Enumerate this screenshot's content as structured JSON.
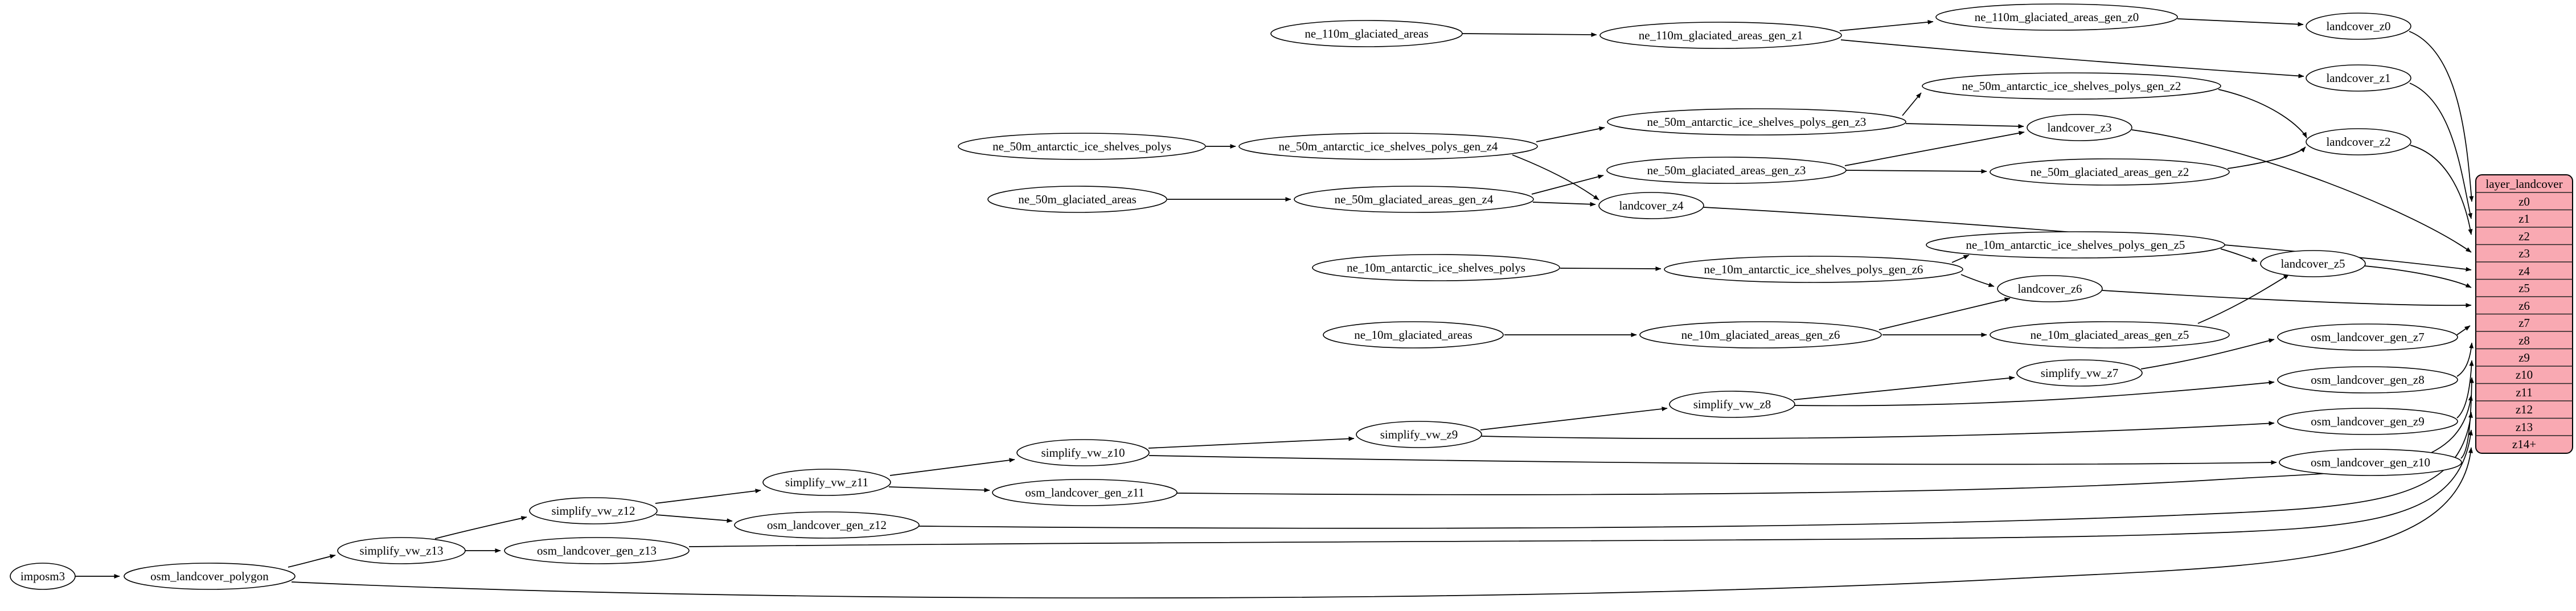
{
  "diagram": {
    "kind": "graphviz-dependency-graph",
    "background": "#ffffff",
    "edge_color": "#000000",
    "nodes": [
      {
        "id": "imposm3",
        "label": "imposm3"
      },
      {
        "id": "osm_landcover_polygon",
        "label": "osm_landcover_polygon"
      },
      {
        "id": "simplify_vw_z13",
        "label": "simplify_vw_z13"
      },
      {
        "id": "osm_landcover_gen_z13",
        "label": "osm_landcover_gen_z13"
      },
      {
        "id": "simplify_vw_z12",
        "label": "simplify_vw_z12"
      },
      {
        "id": "osm_landcover_gen_z12",
        "label": "osm_landcover_gen_z12"
      },
      {
        "id": "simplify_vw_z11",
        "label": "simplify_vw_z11"
      },
      {
        "id": "osm_landcover_gen_z11",
        "label": "osm_landcover_gen_z11"
      },
      {
        "id": "simplify_vw_z10",
        "label": "simplify_vw_z10"
      },
      {
        "id": "simplify_vw_z9",
        "label": "simplify_vw_z9"
      },
      {
        "id": "simplify_vw_z8",
        "label": "simplify_vw_z8"
      },
      {
        "id": "simplify_vw_z7",
        "label": "simplify_vw_z7"
      },
      {
        "id": "osm_landcover_gen_z7",
        "label": "osm_landcover_gen_z7"
      },
      {
        "id": "osm_landcover_gen_z8",
        "label": "osm_landcover_gen_z8"
      },
      {
        "id": "osm_landcover_gen_z9",
        "label": "osm_landcover_gen_z9"
      },
      {
        "id": "osm_landcover_gen_z10",
        "label": "osm_landcover_gen_z10"
      },
      {
        "id": "ne_10m_glaciated_areas",
        "label": "ne_10m_glaciated_areas"
      },
      {
        "id": "ne_10m_glaciated_areas_gen_z6",
        "label": "ne_10m_glaciated_areas_gen_z6"
      },
      {
        "id": "ne_10m_glaciated_areas_gen_z5",
        "label": "ne_10m_glaciated_areas_gen_z5"
      },
      {
        "id": "landcover_z6",
        "label": "landcover_z6"
      },
      {
        "id": "ne_10m_antarctic_ice_shelves_polys",
        "label": "ne_10m_antarctic_ice_shelves_polys"
      },
      {
        "id": "ne_10m_antarctic_ice_shelves_polys_gen_z6",
        "label": "ne_10m_antarctic_ice_shelves_polys_gen_z6"
      },
      {
        "id": "ne_10m_antarctic_ice_shelves_polys_gen_z5",
        "label": "ne_10m_antarctic_ice_shelves_polys_gen_z5"
      },
      {
        "id": "landcover_z5",
        "label": "landcover_z5"
      },
      {
        "id": "ne_50m_glaciated_areas",
        "label": "ne_50m_glaciated_areas"
      },
      {
        "id": "ne_50m_glaciated_areas_gen_z4",
        "label": "ne_50m_glaciated_areas_gen_z4"
      },
      {
        "id": "landcover_z4",
        "label": "landcover_z4"
      },
      {
        "id": "ne_50m_glaciated_areas_gen_z3",
        "label": "ne_50m_glaciated_areas_gen_z3"
      },
      {
        "id": "ne_50m_glaciated_areas_gen_z2",
        "label": "ne_50m_glaciated_areas_gen_z2"
      },
      {
        "id": "ne_50m_antarctic_ice_shelves_polys",
        "label": "ne_50m_antarctic_ice_shelves_polys"
      },
      {
        "id": "ne_50m_antarctic_ice_shelves_polys_gen_z4",
        "label": "ne_50m_antarctic_ice_shelves_polys_gen_z4"
      },
      {
        "id": "ne_50m_antarctic_ice_shelves_polys_gen_z3",
        "label": "ne_50m_antarctic_ice_shelves_polys_gen_z3"
      },
      {
        "id": "ne_50m_antarctic_ice_shelves_polys_gen_z2",
        "label": "ne_50m_antarctic_ice_shelves_polys_gen_z2"
      },
      {
        "id": "landcover_z3",
        "label": "landcover_z3"
      },
      {
        "id": "landcover_z2",
        "label": "landcover_z2"
      },
      {
        "id": "ne_110m_glaciated_areas",
        "label": "ne_110m_glaciated_areas"
      },
      {
        "id": "ne_110m_glaciated_areas_gen_z1",
        "label": "ne_110m_glaciated_areas_gen_z1"
      },
      {
        "id": "ne_110m_glaciated_areas_gen_z0",
        "label": "ne_110m_glaciated_areas_gen_z0"
      },
      {
        "id": "landcover_z0",
        "label": "landcover_z0"
      },
      {
        "id": "landcover_z1",
        "label": "landcover_z1"
      }
    ],
    "edges": [
      {
        "from": "imposm3",
        "to": "osm_landcover_polygon"
      },
      {
        "from": "osm_landcover_polygon",
        "to": "simplify_vw_z13"
      },
      {
        "from": "osm_landcover_polygon",
        "to": "layer_landcover.z14+"
      },
      {
        "from": "simplify_vw_z13",
        "to": "simplify_vw_z12"
      },
      {
        "from": "simplify_vw_z13",
        "to": "osm_landcover_gen_z13"
      },
      {
        "from": "osm_landcover_gen_z13",
        "to": "layer_landcover.z13"
      },
      {
        "from": "simplify_vw_z12",
        "to": "simplify_vw_z11"
      },
      {
        "from": "simplify_vw_z12",
        "to": "osm_landcover_gen_z12"
      },
      {
        "from": "osm_landcover_gen_z12",
        "to": "layer_landcover.z12"
      },
      {
        "from": "simplify_vw_z11",
        "to": "simplify_vw_z10"
      },
      {
        "from": "simplify_vw_z11",
        "to": "osm_landcover_gen_z11"
      },
      {
        "from": "osm_landcover_gen_z11",
        "to": "layer_landcover.z11"
      },
      {
        "from": "simplify_vw_z10",
        "to": "simplify_vw_z9"
      },
      {
        "from": "simplify_vw_z10",
        "to": "osm_landcover_gen_z10"
      },
      {
        "from": "osm_landcover_gen_z10",
        "to": "layer_landcover.z10"
      },
      {
        "from": "simplify_vw_z9",
        "to": "simplify_vw_z8"
      },
      {
        "from": "simplify_vw_z9",
        "to": "osm_landcover_gen_z9"
      },
      {
        "from": "osm_landcover_gen_z9",
        "to": "layer_landcover.z9"
      },
      {
        "from": "simplify_vw_z8",
        "to": "simplify_vw_z7"
      },
      {
        "from": "simplify_vw_z8",
        "to": "osm_landcover_gen_z8"
      },
      {
        "from": "osm_landcover_gen_z8",
        "to": "layer_landcover.z8"
      },
      {
        "from": "simplify_vw_z7",
        "to": "osm_landcover_gen_z7"
      },
      {
        "from": "osm_landcover_gen_z7",
        "to": "layer_landcover.z7"
      },
      {
        "from": "ne_10m_glaciated_areas",
        "to": "ne_10m_glaciated_areas_gen_z6"
      },
      {
        "from": "ne_10m_glaciated_areas_gen_z6",
        "to": "landcover_z6"
      },
      {
        "from": "ne_10m_glaciated_areas_gen_z6",
        "to": "ne_10m_glaciated_areas_gen_z5"
      },
      {
        "from": "ne_10m_glaciated_areas_gen_z5",
        "to": "landcover_z5"
      },
      {
        "from": "landcover_z5",
        "to": "layer_landcover.z5"
      },
      {
        "from": "landcover_z6",
        "to": "layer_landcover.z6"
      },
      {
        "from": "ne_10m_antarctic_ice_shelves_polys",
        "to": "ne_10m_antarctic_ice_shelves_polys_gen_z6"
      },
      {
        "from": "ne_10m_antarctic_ice_shelves_polys_gen_z6",
        "to": "ne_10m_antarctic_ice_shelves_polys_gen_z5"
      },
      {
        "from": "ne_10m_antarctic_ice_shelves_polys_gen_z6",
        "to": "landcover_z6"
      },
      {
        "from": "ne_10m_antarctic_ice_shelves_polys_gen_z5",
        "to": "landcover_z5"
      },
      {
        "from": "ne_50m_glaciated_areas",
        "to": "ne_50m_glaciated_areas_gen_z4"
      },
      {
        "from": "ne_50m_glaciated_areas_gen_z4",
        "to": "ne_50m_glaciated_areas_gen_z3"
      },
      {
        "from": "ne_50m_glaciated_areas_gen_z4",
        "to": "landcover_z4"
      },
      {
        "from": "ne_50m_glaciated_areas_gen_z3",
        "to": "ne_50m_glaciated_areas_gen_z2"
      },
      {
        "from": "ne_50m_glaciated_areas_gen_z3",
        "to": "landcover_z3"
      },
      {
        "from": "ne_50m_glaciated_areas_gen_z2",
        "to": "landcover_z2"
      },
      {
        "from": "ne_50m_antarctic_ice_shelves_polys",
        "to": "ne_50m_antarctic_ice_shelves_polys_gen_z4"
      },
      {
        "from": "ne_50m_antarctic_ice_shelves_polys_gen_z4",
        "to": "ne_50m_antarctic_ice_shelves_polys_gen_z3"
      },
      {
        "from": "ne_50m_antarctic_ice_shelves_polys_gen_z4",
        "to": "landcover_z4"
      },
      {
        "from": "ne_50m_antarctic_ice_shelves_polys_gen_z3",
        "to": "ne_50m_antarctic_ice_shelves_polys_gen_z2"
      },
      {
        "from": "ne_50m_antarctic_ice_shelves_polys_gen_z3",
        "to": "landcover_z3"
      },
      {
        "from": "ne_50m_antarctic_ice_shelves_polys_gen_z2",
        "to": "landcover_z2"
      },
      {
        "from": "landcover_z4",
        "to": "layer_landcover.z4"
      },
      {
        "from": "landcover_z3",
        "to": "layer_landcover.z3"
      },
      {
        "from": "landcover_z2",
        "to": "layer_landcover.z2"
      },
      {
        "from": "ne_110m_glaciated_areas",
        "to": "ne_110m_glaciated_areas_gen_z1"
      },
      {
        "from": "ne_110m_glaciated_areas_gen_z1",
        "to": "ne_110m_glaciated_areas_gen_z0"
      },
      {
        "from": "ne_110m_glaciated_areas_gen_z1",
        "to": "landcover_z1"
      },
      {
        "from": "ne_110m_glaciated_areas_gen_z0",
        "to": "landcover_z0"
      },
      {
        "from": "landcover_z0",
        "to": "layer_landcover.z0"
      },
      {
        "from": "landcover_z1",
        "to": "layer_landcover.z1"
      }
    ],
    "table": {
      "title": "layer_landcover",
      "fill": "#f9a9b2",
      "rows": [
        "z0",
        "z1",
        "z2",
        "z3",
        "z4",
        "z5",
        "z6",
        "z7",
        "z8",
        "z9",
        "z10",
        "z11",
        "z12",
        "z13",
        "z14+"
      ]
    }
  }
}
